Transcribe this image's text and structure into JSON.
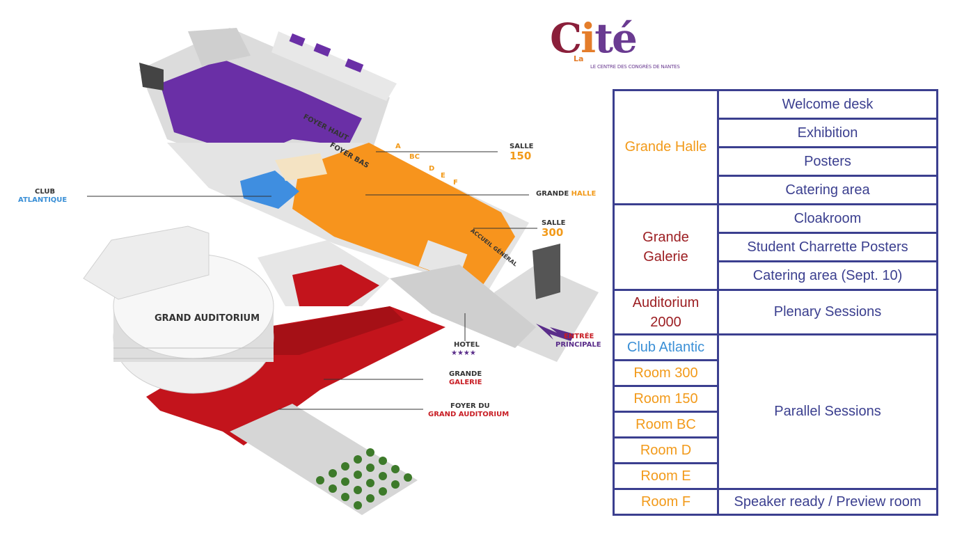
{
  "logo": {
    "c1": "C",
    "c2": "i",
    "c3": "té",
    "la": "La",
    "subtitle": "LE CENTRE DES CONGRÈS DE NANTES",
    "colors": {
      "c": "#8a1f3a",
      "i": "#e47d2a",
      "te": "#6a3b91"
    }
  },
  "map": {
    "labels": {
      "foyer_haut": "FOYER HAUT",
      "foyer_bas": "FOYER BAS",
      "salle150": {
        "line1": "SALLE",
        "line2": "150"
      },
      "salle300": {
        "line1": "SALLE",
        "line2": "300"
      },
      "grande_halle": {
        "part1": "GRANDE ",
        "part2": "HALLE"
      },
      "club_atlantique": {
        "line1": "CLUB",
        "line2": "ATLANTIQUE"
      },
      "grand_auditorium": "GRAND AUDITORIUM",
      "hotel": {
        "line1": "HOTEL",
        "stars": "★★★★"
      },
      "grande_galerie": {
        "line1": "GRANDE",
        "line2": "GALERIE"
      },
      "foyer_du": {
        "line1": "FOYER DU",
        "line2": "GRAND AUDITORIUM"
      },
      "entree": {
        "line1": "ENTRÉE",
        "line2": "PRINCIPALE"
      },
      "accueil": "ACCUEIL GÉNÉRAL",
      "letters": [
        "A",
        "BC",
        "D",
        "E",
        "F"
      ]
    },
    "colors": {
      "purple": "#6a2fa6",
      "orange": "#f7941d",
      "red": "#c3141c",
      "blue": "#3f8ee0",
      "white": "#f2f2f2",
      "gray": "#cfcfcf"
    }
  },
  "table": {
    "border_color": "#3b3f8f",
    "groups": [
      {
        "venue": {
          "lines": [
            "Grande Halle"
          ],
          "color": "#f29a1a"
        },
        "activities": [
          "Welcome desk",
          "Exhibition",
          "Posters",
          "Catering area"
        ]
      },
      {
        "venue": {
          "lines": [
            "Grande",
            "Galerie"
          ],
          "color": "#9c1e22"
        },
        "activities": [
          "Cloakroom",
          "Student Charrette Posters",
          "Catering area (Sept. 10)"
        ]
      },
      {
        "venue": {
          "lines": [
            "Auditorium",
            "2000"
          ],
          "color": "#9c1e22"
        },
        "activities": [
          "Plenary Sessions"
        ]
      },
      {
        "venues": [
          {
            "name": "Club Atlantic",
            "color": "#3a8fd6"
          },
          {
            "name": "Room 300",
            "color": "#f29a1a"
          },
          {
            "name": "Room 150",
            "color": "#f29a1a"
          },
          {
            "name": "Room BC",
            "color": "#f29a1a"
          },
          {
            "name": "Room D",
            "color": "#f29a1a"
          },
          {
            "name": "Room E",
            "color": "#f29a1a"
          }
        ],
        "activity": "Parallel Sessions"
      },
      {
        "venue": {
          "lines": [
            "Room F"
          ],
          "color": "#f29a1a"
        },
        "activities": [
          "Speaker ready / Preview room"
        ]
      }
    ]
  }
}
